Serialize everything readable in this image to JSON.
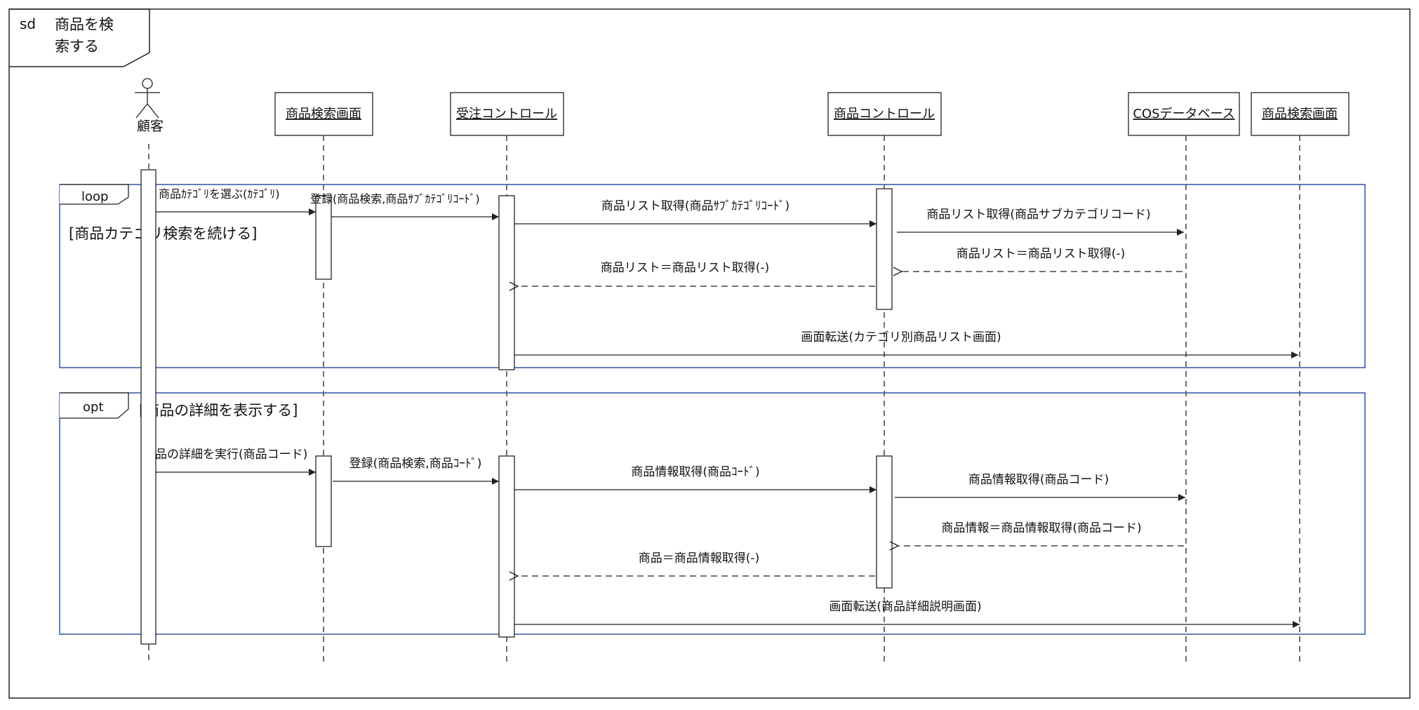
{
  "frame": {
    "keyword": "sd",
    "title_line1": "商品を検",
    "title_line2": "索する"
  },
  "lifelines": [
    {
      "id": "customer",
      "label": "顧客",
      "kind": "actor"
    },
    {
      "id": "screen1",
      "label": "商品検索画面",
      "kind": "object"
    },
    {
      "id": "order_ctrl",
      "label": "受注コントロール",
      "kind": "object"
    },
    {
      "id": "product_ctrl",
      "label": "商品コントロール",
      "kind": "object"
    },
    {
      "id": "db",
      "label": "COSデータベース",
      "kind": "object"
    },
    {
      "id": "screen2",
      "label": "商品検索画面",
      "kind": "object"
    }
  ],
  "fragments": [
    {
      "operator": "loop",
      "guard": "[商品カテゴリ検索を続ける]",
      "messages": [
        {
          "from": "customer",
          "to": "screen1",
          "label": "商品ｶﾃｺﾞﾘを選ぶ(ｶﾃｺﾞﾘ)",
          "kind": "sync"
        },
        {
          "from": "screen1",
          "to": "order_ctrl",
          "label": "登録(商品検索,商品ｻﾌﾞｶﾃｺﾞﾘｺｰﾄﾞ)",
          "kind": "sync"
        },
        {
          "from": "order_ctrl",
          "to": "product_ctrl",
          "label": "商品リスト取得(商品ｻﾌﾞｶﾃｺﾞﾘｺｰﾄﾞ)",
          "kind": "sync"
        },
        {
          "from": "product_ctrl",
          "to": "db",
          "label": "商品リスト取得(商品サブカテゴリコード)",
          "kind": "sync"
        },
        {
          "from": "db",
          "to": "product_ctrl",
          "label": "商品リスト＝商品リスト取得(-)",
          "kind": "reply"
        },
        {
          "from": "product_ctrl",
          "to": "order_ctrl",
          "label": "商品リスト＝商品リスト取得(-)",
          "kind": "reply"
        },
        {
          "from": "order_ctrl",
          "to": "screen2",
          "label": "画面転送(カテゴリ別商品リスト画面)",
          "kind": "sync"
        }
      ]
    },
    {
      "operator": "opt",
      "guard": "[商品の詳細を表示する]",
      "messages": [
        {
          "from": "customer",
          "to": "screen1",
          "label": "品の詳細を実行(商品コード)",
          "kind": "sync"
        },
        {
          "from": "screen1",
          "to": "order_ctrl",
          "label": "登録(商品検索,商品ｺｰﾄﾞ)",
          "kind": "sync"
        },
        {
          "from": "order_ctrl",
          "to": "product_ctrl",
          "label": "商品情報取得(商品ｺｰﾄﾞ)",
          "kind": "sync"
        },
        {
          "from": "product_ctrl",
          "to": "db",
          "label": "商品情報取得(商品コード)",
          "kind": "sync"
        },
        {
          "from": "db",
          "to": "product_ctrl",
          "label": "商品情報＝商品情報取得(商品コード)",
          "kind": "reply"
        },
        {
          "from": "product_ctrl",
          "to": "order_ctrl",
          "label": "商品＝商品情報取得(-)",
          "kind": "reply"
        },
        {
          "from": "order_ctrl",
          "to": "screen2",
          "label": "画面転送(商品詳細説明画面)",
          "kind": "sync"
        }
      ]
    }
  ],
  "colors": {
    "line": "#222222",
    "fragment_border": "#3b5fa6"
  }
}
